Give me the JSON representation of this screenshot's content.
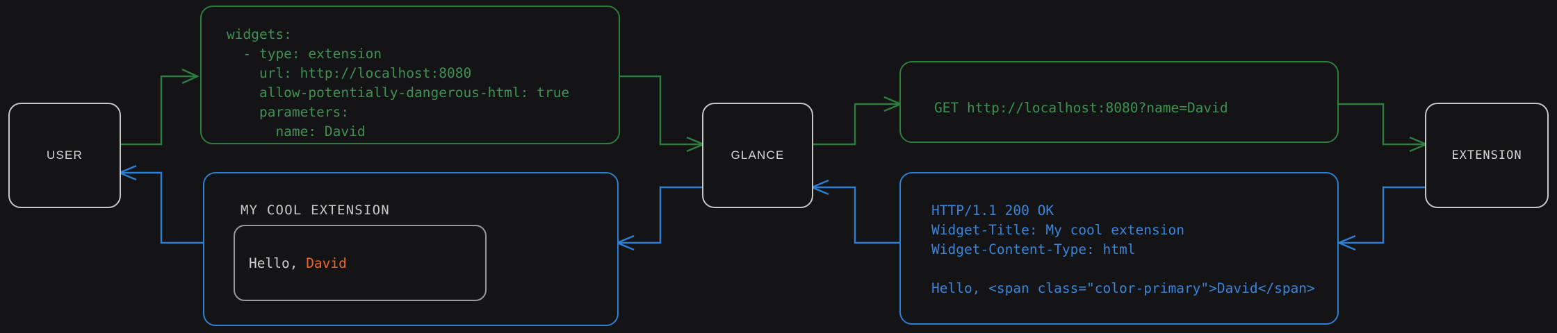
{
  "diagram": {
    "background_color": "#141416",
    "colors": {
      "green": "#3f9152",
      "blue": "#3c84d8",
      "node_border": "#c8c8c8",
      "text_light": "#d6d6d6",
      "accent_orange": "#e8672a"
    },
    "nodes": [
      {
        "id": "user",
        "label": "USER"
      },
      {
        "id": "glance",
        "label": "GLANCE"
      },
      {
        "id": "extension",
        "label": "EXTENSION"
      }
    ],
    "messages": {
      "config_yaml": "widgets:\n  - type: extension\n    url: http://localhost:8080\n    allow-potentially-dangerous-html: true\n    parameters:\n      name: David",
      "get_request": "GET http://localhost:8080?name=David",
      "http_response": "HTTP/1.1 200 OK\nWidget-Title: My cool extension\nWidget-Content-Type: html\n\nHello, <span class=\"color-primary\">David</span>"
    },
    "widget_preview": {
      "title": "MY COOL EXTENSION",
      "greeting_prefix": "Hello, ",
      "greeting_name": "David"
    }
  }
}
